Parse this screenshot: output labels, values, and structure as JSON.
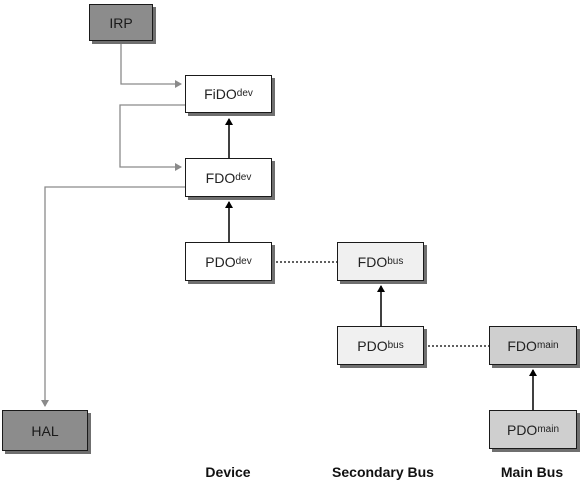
{
  "nodes": {
    "irp": {
      "text": "IRP"
    },
    "fido_dev": {
      "text": "FiDO",
      "sub": "dev"
    },
    "fdo_dev": {
      "text": "FDO",
      "sub": "dev"
    },
    "pdo_dev": {
      "text": "PDO",
      "sub": "dev"
    },
    "fdo_bus": {
      "text": "FDO",
      "sub": "bus"
    },
    "pdo_bus": {
      "text": "PDO",
      "sub": "bus"
    },
    "fdo_main": {
      "text": "FDO",
      "sub": "main"
    },
    "pdo_main": {
      "text": "PDO",
      "sub": "main"
    },
    "hal": {
      "text": "HAL"
    }
  },
  "columns": {
    "device": "Device",
    "secondary_bus": "Secondary Bus",
    "main_bus": "Main Bus"
  },
  "colors": {
    "dark_fill": "#8c8c8c",
    "mid_fill": "#cfcfcf",
    "light_fill": "#f0f0f0",
    "gray_arrow": "#8a8a8a",
    "black_arrow": "#000000"
  }
}
